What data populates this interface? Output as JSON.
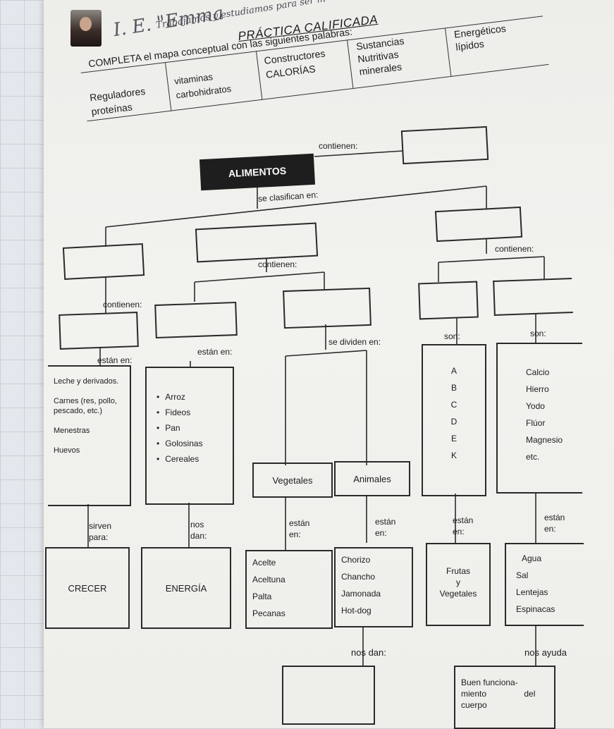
{
  "header": {
    "school": "I. E. \"Emma",
    "motto": "Trabajamos y estudiamos para ser m",
    "title": "PRÁCTICA CALIFICADA"
  },
  "instruction": "COMPLETA el mapa conceptual con las siguientes palabras:",
  "word_bank": [
    "Reguladores",
    "proteínas",
    "vitaminas",
    "carbohidratos",
    "Constructores",
    "CALORÍAS",
    "Sustancias",
    "Nutritivas",
    "minerales",
    "Energéticos",
    "lípidos"
  ],
  "map": {
    "root": "ALIMENTOS",
    "root_link": "contienen:",
    "level1_link": "se clasifican en:",
    "contienen_center": "contienen:",
    "contienen_right": "contienen:",
    "contienen_left": "contienen:",
    "estan_en_1": "están en:",
    "estan_en_2": "están en:",
    "se_dividen": "se dividen en:",
    "son_1": "son:",
    "son_2": "son:",
    "list_left": [
      "Leche y derivados.",
      "Carnes (res, pollo, pescado, etc.)",
      "Menestras",
      "Huevos"
    ],
    "list_center": [
      "Arroz",
      "Fideos",
      "Pan",
      "Golosinas",
      "Cereales"
    ],
    "vegetales": "Vegetales",
    "animales": "Animales",
    "letters": [
      "A",
      "B",
      "C",
      "D",
      "E",
      "K"
    ],
    "minerals": [
      "Calcio",
      "Hierro",
      "Yodo",
      "Flúor",
      "Magnesio",
      "etc."
    ],
    "sirven_para": "sirven para:",
    "nos_dan": "nos dan:",
    "estan_en_veg": "están en:",
    "estan_en_ani": "están en:",
    "estan_en_vit": "están en:",
    "estan_en_min": "están en:",
    "crecer": "CRECER",
    "energia": "ENERGÍA",
    "veg_foods": [
      "Acelte",
      "Aceltuna",
      "Palta",
      "Pecanas"
    ],
    "ani_foods": [
      "Chorizo",
      "Chancho",
      "Jamonada",
      "Hot-dog"
    ],
    "frutas": [
      "Frutas",
      "y",
      "Vegetales"
    ],
    "agua_list": [
      "Agua",
      "Sal",
      "Lentejas",
      "Espinacas"
    ],
    "bottom_nos_dan": "nos dan:",
    "bottom_nos_ayuda": "nos ayuda",
    "buen_funcionamiento": [
      "Buen funciona-",
      "miento del",
      "cuerpo"
    ]
  }
}
